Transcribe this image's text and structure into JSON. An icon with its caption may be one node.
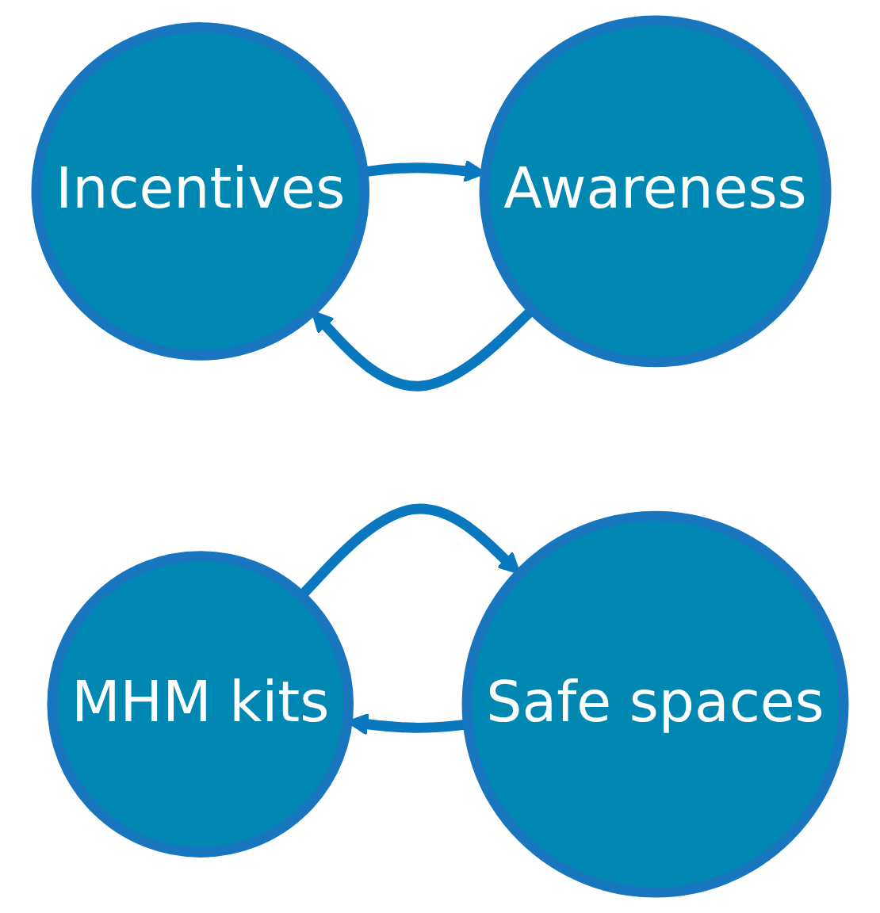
{
  "diagram": {
    "nodes": [
      {
        "text": [
          "Incentives"
        ]
      },
      {
        "text": [
          "Awareness"
        ]
      },
      {
        "text": [
          "MHM kits"
        ]
      },
      {
        "text": [
          "Safe spaces"
        ]
      }
    ],
    "edges": [
      {
        "from": 0,
        "to": 1,
        "arrow": "to"
      },
      {
        "from": 1,
        "to": 0,
        "arrow": "to"
      },
      {
        "from": 2,
        "to": 3,
        "arrow": "to"
      },
      {
        "from": 3,
        "to": 2,
        "arrow": "to"
      }
    ]
  }
}
